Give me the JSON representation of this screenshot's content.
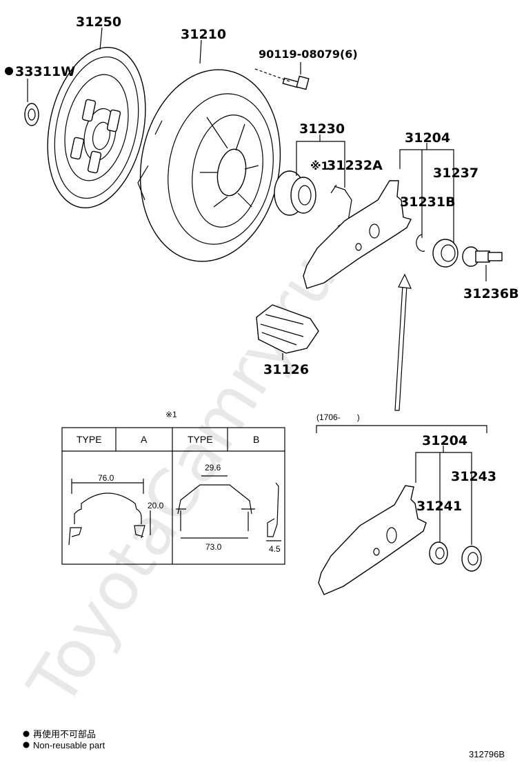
{
  "watermark": "ToyotaCamry.ru",
  "parts": {
    "clutch_disc": "31250",
    "pilot_bearing": "33311W",
    "clutch_cover": "31210",
    "bolt": "90119-08079(6)",
    "release_bearing_assy": "31230",
    "hub_clip": "31232A",
    "hub_clip_mark": "※1",
    "fork_sub_assy": "31204",
    "fork_support": "31237",
    "boot_clip": "31231B",
    "fork_support_bolt": "31236B",
    "fork_boot": "31126"
  },
  "variant": {
    "range_label": "(1706-　　)",
    "fork_sub_assy": "31204",
    "part_a": "31243",
    "part_b": "31241"
  },
  "clip_table": {
    "reference_mark": "※1",
    "headers": [
      "TYPE",
      "A",
      "TYPE",
      "B"
    ],
    "dimensions_a": {
      "width": "76.0",
      "height": "20.0"
    },
    "dimensions_b": {
      "top": "29.6",
      "width": "73.0",
      "thickness": "4.5"
    }
  },
  "legend": {
    "line_jp": "再使用不可部品",
    "line_en": "Non-reusable part"
  },
  "figure_id": "312796B"
}
